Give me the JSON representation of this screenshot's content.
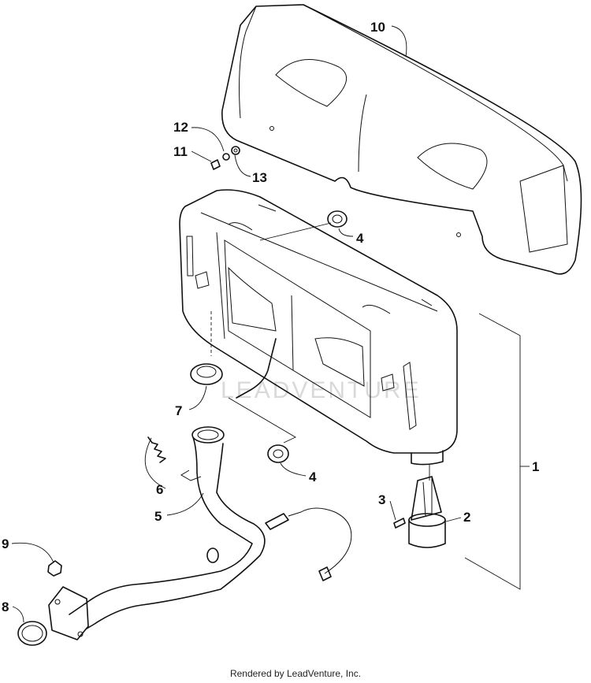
{
  "callouts": {
    "c1": "1",
    "c2": "2",
    "c3": "3",
    "c4a": "4",
    "c4b": "4",
    "c5": "5",
    "c6": "6",
    "c7": "7",
    "c8": "8",
    "c9": "9",
    "c10": "10",
    "c11": "11",
    "c12": "12",
    "c13": "13"
  },
  "watermark": "LEADVENTURE",
  "footer": "Rendered by LeadVenture, Inc."
}
